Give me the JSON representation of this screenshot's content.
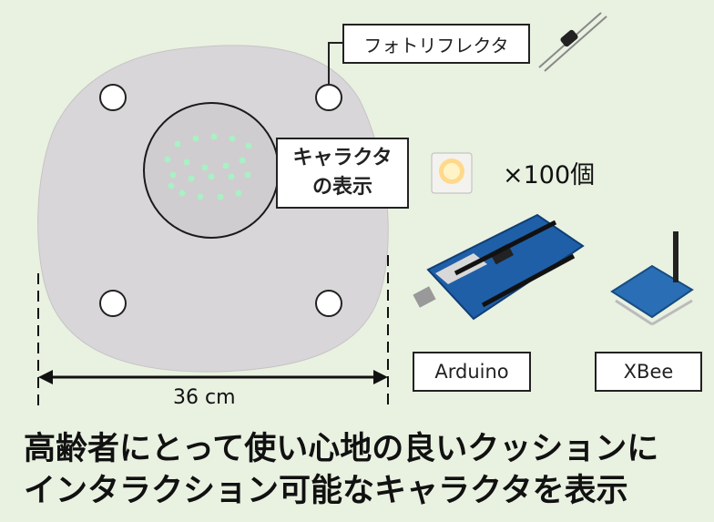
{
  "labels": {
    "photoreflector": "フォトリフレクタ",
    "character_line1": "キャラクタ",
    "character_line2": "の表示",
    "led_count": "×100個",
    "arduino": "Arduino",
    "xbee": "XBee",
    "dimension": "36 cm"
  },
  "caption": {
    "line1": "高齢者にとって使い心地の良いクッションに",
    "line2": "インタラクション可能なキャラクタを表示"
  },
  "colors": {
    "background": "#e9f1e1",
    "cushion": "#d8d6d8",
    "led_dot": "#a9f0c4",
    "arduino_board": "#1f5fa8",
    "xbee_board": "#2a6fb5"
  },
  "icons": {
    "sensor": "photoreflector-sensor-icon",
    "led": "led-chip-icon",
    "arduino": "arduino-board-icon",
    "xbee": "xbee-module-icon"
  }
}
